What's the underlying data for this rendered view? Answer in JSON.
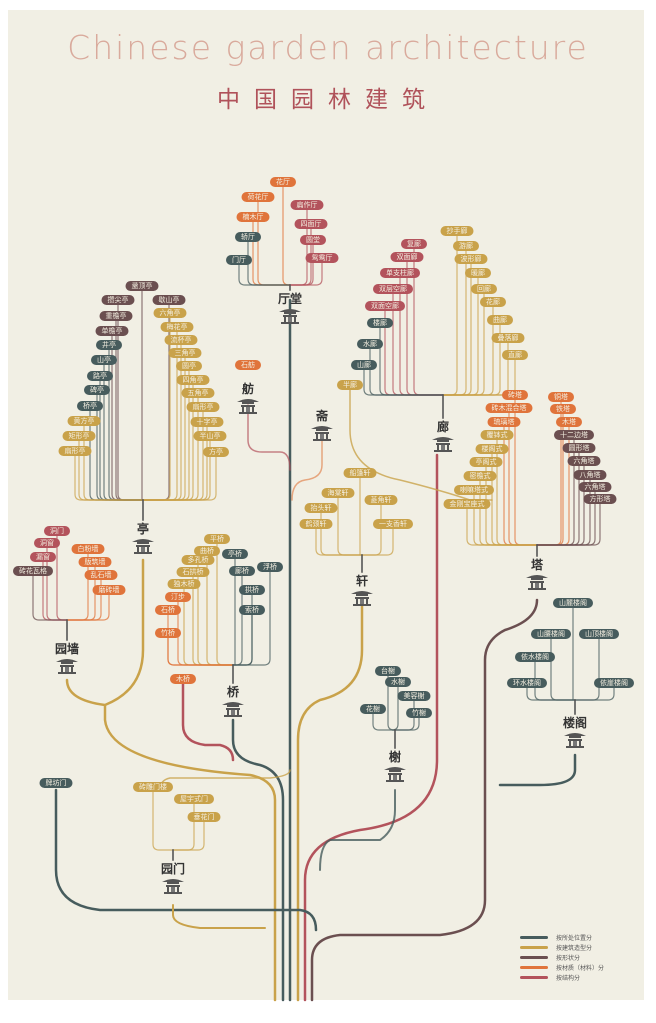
{
  "title": "Chinese garden architecture",
  "subtitle": "中国园林建筑",
  "colors": {
    "position": "#475c5d",
    "shape": "#c9a24a",
    "form": "#6b4f50",
    "material": "#e0743b",
    "structure": "#b3535c",
    "background": "#f1efe4"
  },
  "legend": [
    {
      "key": "position",
      "label": "按所处位置分"
    },
    {
      "key": "shape",
      "label": "按建筑造型分"
    },
    {
      "key": "form",
      "label": "按形状分"
    },
    {
      "key": "material",
      "label": "按材质（材料）分"
    },
    {
      "key": "structure",
      "label": "按结构分"
    }
  ],
  "clusters": {
    "pavilion": {
      "title": "亭",
      "icon": "pavilion-icon",
      "items": [
        {
          "label": "盝顶亭",
          "cat": "form"
        },
        {
          "label": "攒尖亭",
          "cat": "form"
        },
        {
          "label": "歇山亭",
          "cat": "form"
        },
        {
          "label": "重檐亭",
          "cat": "form"
        },
        {
          "label": "单檐亭",
          "cat": "form"
        },
        {
          "label": "井亭",
          "cat": "position"
        },
        {
          "label": "山亭",
          "cat": "position"
        },
        {
          "label": "路亭",
          "cat": "position"
        },
        {
          "label": "碑亭",
          "cat": "position"
        },
        {
          "label": "桥亭",
          "cat": "position"
        },
        {
          "label": "黄方亭",
          "cat": "shape"
        },
        {
          "label": "矩形亭",
          "cat": "shape"
        },
        {
          "label": "扇形亭",
          "cat": "shape"
        },
        {
          "label": "六角亭",
          "cat": "shape"
        },
        {
          "label": "梅花亭",
          "cat": "shape"
        },
        {
          "label": "流杯亭",
          "cat": "shape"
        },
        {
          "label": "三角亭",
          "cat": "shape"
        },
        {
          "label": "圆亭",
          "cat": "shape"
        },
        {
          "label": "四角亭",
          "cat": "shape"
        },
        {
          "label": "五角亭",
          "cat": "shape"
        },
        {
          "label": "扇形亭",
          "cat": "shape"
        },
        {
          "label": "十字亭",
          "cat": "shape"
        },
        {
          "label": "半山亭",
          "cat": "shape"
        },
        {
          "label": "方亭",
          "cat": "shape"
        }
      ]
    },
    "hall": {
      "title": "厅堂",
      "icon": "hall-icon",
      "items": [
        {
          "label": "花厅",
          "cat": "material"
        },
        {
          "label": "荷花厅",
          "cat": "material"
        },
        {
          "label": "楠木厅",
          "cat": "material"
        },
        {
          "label": "轿厅",
          "cat": "position"
        },
        {
          "label": "门厅",
          "cat": "position"
        },
        {
          "label": "扁作厅",
          "cat": "structure"
        },
        {
          "label": "四面厅",
          "cat": "structure"
        },
        {
          "label": "圆堂",
          "cat": "structure"
        },
        {
          "label": "鸳鸯厅",
          "cat": "structure"
        }
      ]
    },
    "corridor": {
      "title": "廊",
      "icon": "corridor-icon",
      "items": [
        {
          "label": "抄手廊",
          "cat": "shape"
        },
        {
          "label": "复廊",
          "cat": "structure"
        },
        {
          "label": "双面廊",
          "cat": "structure"
        },
        {
          "label": "单支柱廊",
          "cat": "structure"
        },
        {
          "label": "双层空廊",
          "cat": "structure"
        },
        {
          "label": "双面空廊",
          "cat": "structure"
        },
        {
          "label": "游廊",
          "cat": "shape"
        },
        {
          "label": "波形廊",
          "cat": "shape"
        },
        {
          "label": "暖廊",
          "cat": "shape"
        },
        {
          "label": "回廊",
          "cat": "shape"
        },
        {
          "label": "花廊",
          "cat": "shape"
        },
        {
          "label": "曲廊",
          "cat": "shape"
        },
        {
          "label": "叠落廊",
          "cat": "shape"
        },
        {
          "label": "直廊",
          "cat": "shape"
        },
        {
          "label": "楼廊",
          "cat": "position"
        },
        {
          "label": "水廊",
          "cat": "position"
        },
        {
          "label": "山廊",
          "cat": "position"
        }
      ]
    },
    "tower": {
      "title": "塔",
      "icon": "pagoda-icon",
      "items": [
        {
          "label": "砖塔",
          "cat": "material"
        },
        {
          "label": "砖木混合塔",
          "cat": "material"
        },
        {
          "label": "琉璃塔",
          "cat": "material"
        },
        {
          "label": "铜塔",
          "cat": "material"
        },
        {
          "label": "铁塔",
          "cat": "material"
        },
        {
          "label": "木塔",
          "cat": "material"
        },
        {
          "label": "覆钵式",
          "cat": "shape"
        },
        {
          "label": "楼阁式",
          "cat": "shape"
        },
        {
          "label": "亭阁式",
          "cat": "shape"
        },
        {
          "label": "密檐式",
          "cat": "shape"
        },
        {
          "label": "喇嘛塔式",
          "cat": "shape"
        },
        {
          "label": "金刚宝座式",
          "cat": "shape"
        },
        {
          "label": "十二边塔",
          "cat": "form"
        },
        {
          "label": "圆形塔",
          "cat": "form"
        },
        {
          "label": "六角塔",
          "cat": "form"
        },
        {
          "label": "八角塔",
          "cat": "form"
        },
        {
          "label": "六角塔",
          "cat": "form"
        },
        {
          "label": "方形塔",
          "cat": "form"
        }
      ]
    },
    "veranda": {
      "title": "轩",
      "icon": "veranda-icon",
      "items": [
        {
          "label": "船篷轩",
          "cat": "shape"
        },
        {
          "label": "海棠轩",
          "cat": "shape"
        },
        {
          "label": "菱角轩",
          "cat": "shape"
        },
        {
          "label": "抬头轩",
          "cat": "shape"
        },
        {
          "label": "鹤颈轩",
          "cat": "shape"
        },
        {
          "label": "一支香轩",
          "cat": "shape"
        }
      ]
    },
    "wall": {
      "title": "园墙",
      "icon": "wall-icon",
      "items": [
        {
          "label": "洞门",
          "cat": "structure"
        },
        {
          "label": "洞窗",
          "cat": "structure"
        },
        {
          "label": "漏窗",
          "cat": "structure"
        },
        {
          "label": "砖花瓦格",
          "cat": "form"
        },
        {
          "label": "白粉墙",
          "cat": "material"
        },
        {
          "label": "版筑墙",
          "cat": "material"
        },
        {
          "label": "乱石墙",
          "cat": "material"
        },
        {
          "label": "磨砖墙",
          "cat": "material"
        }
      ]
    },
    "bridge": {
      "title": "桥",
      "icon": "bridge-icon",
      "items": [
        {
          "label": "平桥",
          "cat": "shape"
        },
        {
          "label": "曲桥",
          "cat": "shape"
        },
        {
          "label": "多孔桥",
          "cat": "shape"
        },
        {
          "label": "石拱桥",
          "cat": "shape"
        },
        {
          "label": "独木桥",
          "cat": "shape"
        },
        {
          "label": "汀步",
          "cat": "material"
        },
        {
          "label": "石桥",
          "cat": "material"
        },
        {
          "label": "竹桥",
          "cat": "material"
        },
        {
          "label": "亭桥",
          "cat": "position"
        },
        {
          "label": "廊桥",
          "cat": "position"
        },
        {
          "label": "浮桥",
          "cat": "position"
        },
        {
          "label": "拱桥",
          "cat": "position"
        },
        {
          "label": "索桥",
          "cat": "position"
        }
      ]
    },
    "waterside": {
      "title": "榭",
      "icon": "waterside-pavilion-icon",
      "items": [
        {
          "label": "台榭",
          "cat": "position"
        },
        {
          "label": "水榭",
          "cat": "position"
        },
        {
          "label": "美容榭",
          "cat": "position"
        },
        {
          "label": "花榭",
          "cat": "position"
        },
        {
          "label": "竹榭",
          "cat": "position"
        }
      ]
    },
    "tallbuilding": {
      "title": "楼阁",
      "icon": "tower-pavilion-icon",
      "items": [
        {
          "label": "山麓楼阁",
          "cat": "position"
        },
        {
          "label": "山腰楼阁",
          "cat": "position"
        },
        {
          "label": "山顶楼阁",
          "cat": "position"
        },
        {
          "label": "依水楼阁",
          "cat": "position"
        },
        {
          "label": "环水楼阁",
          "cat": "position"
        },
        {
          "label": "依崖楼阁",
          "cat": "position"
        }
      ]
    },
    "gate": {
      "title": "园门",
      "icon": "gate-icon",
      "items": [
        {
          "label": "砖雕门楼",
          "cat": "shape"
        },
        {
          "label": "屋宇式门",
          "cat": "shape"
        },
        {
          "label": "垂花门",
          "cat": "shape"
        }
      ]
    },
    "boat": {
      "title": "舫",
      "icon": "boat-icon",
      "items": [
        {
          "label": "石舫",
          "cat": "material"
        }
      ]
    },
    "studio": {
      "title": "斋",
      "icon": "studio-icon",
      "items": []
    },
    "extra": {
      "items": [
        {
          "label": "半廊",
          "cat": "shape"
        },
        {
          "label": "木桥",
          "cat": "material"
        },
        {
          "label": "牌坊门",
          "cat": "position"
        }
      ]
    }
  }
}
